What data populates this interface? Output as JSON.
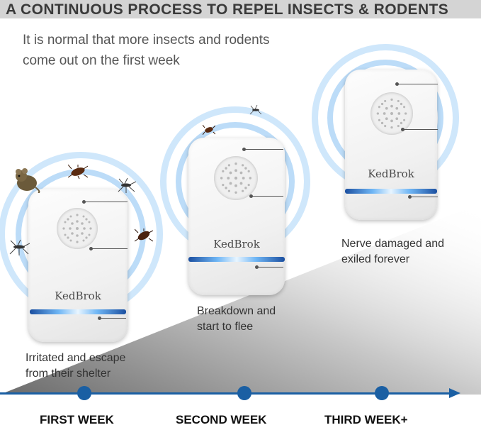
{
  "header": {
    "title": "A CONTINUOUS PROCESS TO REPEL INSECTS & RODENTS"
  },
  "intro": {
    "line1": "It is normal that more  insects and rodents",
    "line2": "come out on the first week"
  },
  "devices": [
    {
      "brand": "KedBrok",
      "caption_line1": "Irritated and escape",
      "caption_line2": "from their shelter"
    },
    {
      "brand": "KedBrok",
      "caption_line1": "Breakdown and",
      "caption_line2": "start to flee"
    },
    {
      "brand": "KedBrok",
      "caption_line1": "Nerve damaged and",
      "caption_line2": "exiled forever"
    }
  ],
  "timeline": {
    "weeks": [
      "FIRST WEEK",
      "SECOND WEEK",
      "THIRD WEEK+"
    ],
    "color": "#1a5fa3"
  },
  "colors": {
    "band": "#1b4fa0",
    "rings": "#cfe7fb",
    "header_bg": "#d4d4d4"
  },
  "icons": [
    "mouse-icon",
    "cockroach-icon",
    "mosquito-icon"
  ]
}
